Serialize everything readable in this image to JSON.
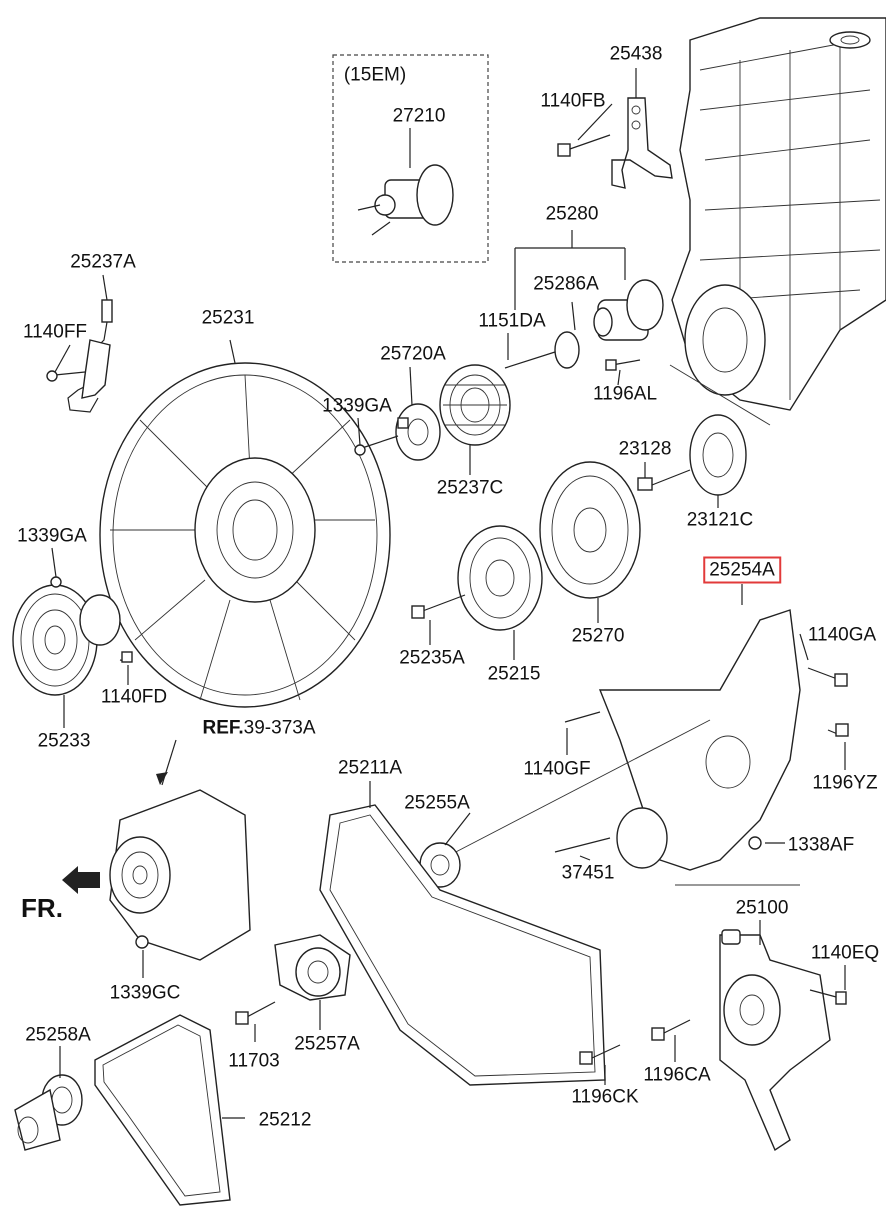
{
  "diagram": {
    "fr_label": "FR.",
    "ref": {
      "prefix": "REF.",
      "code": "39-373A"
    },
    "variant_box_label": "(15EM)",
    "highlight_color": "#e23a3a",
    "parts": [
      {
        "id": "25438",
        "label": "25438"
      },
      {
        "id": "1140FB",
        "label": "1140FB"
      },
      {
        "id": "27210",
        "label": "27210"
      },
      {
        "id": "25280",
        "label": "25280"
      },
      {
        "id": "25237A",
        "label": "25237A"
      },
      {
        "id": "25286A",
        "label": "25286A"
      },
      {
        "id": "1140FF",
        "label": "1140FF"
      },
      {
        "id": "25231",
        "label": "25231"
      },
      {
        "id": "1151DA",
        "label": "1151DA"
      },
      {
        "id": "25720A",
        "label": "25720A"
      },
      {
        "id": "1339GA_top",
        "label": "1339GA"
      },
      {
        "id": "1196AL",
        "label": "1196AL"
      },
      {
        "id": "23128",
        "label": "23128"
      },
      {
        "id": "25237C",
        "label": "25237C"
      },
      {
        "id": "23121C",
        "label": "23121C"
      },
      {
        "id": "1339GA_left",
        "label": "1339GA"
      },
      {
        "id": "25254A",
        "label": "25254A",
        "highlighted": true
      },
      {
        "id": "1140GA",
        "label": "1140GA"
      },
      {
        "id": "25270",
        "label": "25270"
      },
      {
        "id": "25235A",
        "label": "25235A"
      },
      {
        "id": "25215",
        "label": "25215"
      },
      {
        "id": "1140FD",
        "label": "1140FD"
      },
      {
        "id": "25233",
        "label": "25233"
      },
      {
        "id": "1140GF",
        "label": "1140GF"
      },
      {
        "id": "1196YZ",
        "label": "1196YZ"
      },
      {
        "id": "25211A",
        "label": "25211A"
      },
      {
        "id": "25255A",
        "label": "25255A"
      },
      {
        "id": "1338AF",
        "label": "1338AF"
      },
      {
        "id": "37451",
        "label": "37451"
      },
      {
        "id": "25100",
        "label": "25100"
      },
      {
        "id": "1339GC",
        "label": "1339GC"
      },
      {
        "id": "1140EQ",
        "label": "1140EQ"
      },
      {
        "id": "25258A",
        "label": "25258A"
      },
      {
        "id": "11703",
        "label": "11703"
      },
      {
        "id": "25257A",
        "label": "25257A"
      },
      {
        "id": "1196CA",
        "label": "1196CA"
      },
      {
        "id": "1196CK",
        "label": "1196CK"
      },
      {
        "id": "25212",
        "label": "25212"
      }
    ]
  }
}
